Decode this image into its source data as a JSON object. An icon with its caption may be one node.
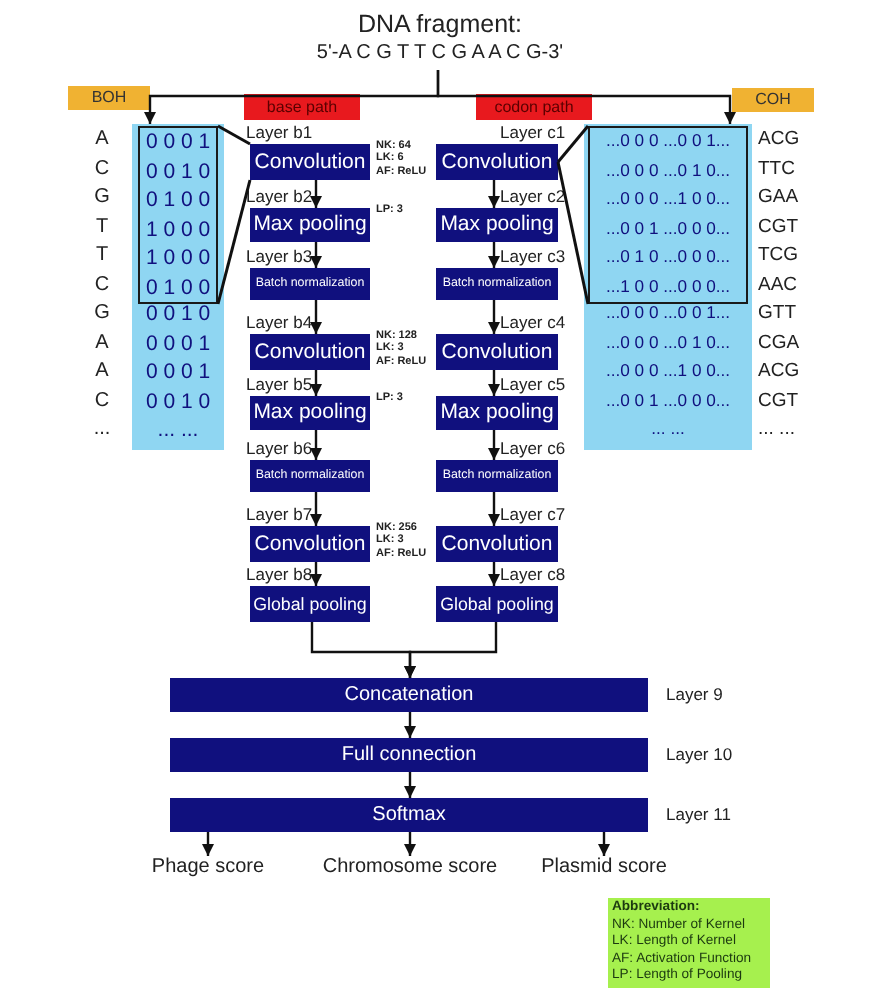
{
  "diagram": {
    "nodes": [
      {
        "text": [
          "DNA fragment:",
          "5'-A C G T T C G A A C G-3'"
        ]
      },
      {
        "text": [
          "BOH"
        ]
      },
      {
        "text": [
          "0 0 1 0",
          "0 0 0 1",
          "0 0 0 1",
          "0 0 1 0",
          "... ..."
        ],
        "beside": [
          "A",
          "C",
          "G",
          "T",
          "T",
          "C",
          "G",
          "A",
          "A",
          "C",
          "..."
        ]
      },
      {
        "text": [
          "0 0 0 1",
          "0 0 1 0",
          "0 1 0 0",
          "1 0 0 0",
          "1 0 0 0",
          "0 1 0 0"
        ],
        "in": 2
      },
      {
        "text": [
          "base path"
        ]
      },
      {
        "text": [
          "codon path"
        ]
      },
      {
        "text": [
          "COH"
        ]
      },
      {
        "text": [
          "...0 0 0 ...0 0 1...",
          "...0 0 0 ...0 1 0...",
          "...0 0 0 ...1 0 0...",
          "...0 0 1 ...0 0 0...",
          "... ..."
        ],
        "beside": [
          "ACG",
          "TTC",
          "GAA",
          "CGT",
          "TCG",
          "AAC",
          "GTT",
          "CGA",
          "ACG",
          "CGT",
          "... ..."
        ]
      },
      {
        "text": [
          "...0 0 0 ...0 0 1...",
          "...0 0 0 ...0 1 0...",
          "...0 0 0 ...1 0 0...",
          "...0 0 1 ...0 0 0...",
          "...0 1 0 ...0 0 0...",
          "...1 0 0 ...0 0 0..."
        ],
        "in": 7
      },
      {
        "text": [
          "Convolution"
        ],
        "beside": [
          "Layer b1",
          "NK: 64",
          "LK: 6",
          "AF: ReLU"
        ]
      },
      {
        "text": [
          "Max pooling"
        ],
        "beside": [
          "Layer b2",
          "LP: 3"
        ]
      },
      {
        "text": [
          "Batch normalization"
        ],
        "beside": [
          "Layer b3"
        ]
      },
      {
        "text": [
          "Convolution"
        ],
        "beside": [
          "Layer b4",
          "NK: 128",
          "LK: 3",
          "AF: ReLU"
        ]
      },
      {
        "text": [
          "Max pooling"
        ],
        "beside": [
          "Layer b5",
          "LP: 3"
        ]
      },
      {
        "text": [
          "Batch normalization"
        ],
        "beside": [
          "Layer b6"
        ]
      },
      {
        "text": [
          "Convolution"
        ],
        "beside": [
          "Layer b7",
          "NK: 256",
          "LK: 3",
          "AF: ReLU"
        ]
      },
      {
        "text": [
          "Global pooling"
        ],
        "beside": [
          "Layer b8"
        ]
      },
      {
        "text": [
          "Convolution"
        ],
        "beside": [
          "Layer c1"
        ]
      },
      {
        "text": [
          "Max pooling"
        ],
        "beside": [
          "Layer c2"
        ]
      },
      {
        "text": [
          "Batch normalization"
        ],
        "beside": [
          "Layer c3"
        ]
      },
      {
        "text": [
          "Convolution"
        ],
        "beside": [
          "Layer c4"
        ]
      },
      {
        "text": [
          "Max pooling"
        ],
        "beside": [
          "Layer c5"
        ]
      },
      {
        "text": [
          "Batch normalization"
        ],
        "beside": [
          "Layer c6"
        ]
      },
      {
        "text": [
          "Convolution"
        ],
        "beside": [
          "Layer c7"
        ]
      },
      {
        "text": [
          "Global pooling"
        ],
        "beside": [
          "Layer c8"
        ]
      },
      {
        "text": [
          "Concatenation"
        ],
        "beside": [
          "Layer 9"
        ]
      },
      {
        "text": [
          "Full connection"
        ],
        "beside": [
          "Layer 10"
        ]
      },
      {
        "text": [
          "Softmax"
        ],
        "beside": [
          "Layer 11"
        ]
      },
      {
        "text": [
          "Phage score"
        ]
      },
      {
        "text": [
          "Chromosome score"
        ]
      },
      {
        "text": [
          "Plasmid score"
        ]
      },
      {
        "text": [
          "Abbreviation:",
          "NK: Number of Kernel",
          "LK: Length of Kernel",
          "AF: Activation Function",
          "LP: Length of Pooling"
        ]
      }
    ],
    "edges": [
      {
        "from": 0,
        "to": 2,
        "arrow": "to"
      },
      {
        "from": 0,
        "to": 7,
        "arrow": "to"
      },
      {
        "from": 3,
        "to": 9,
        "arrow": "none"
      },
      {
        "from": 3,
        "to": 9,
        "arrow": "none"
      },
      {
        "from": 8,
        "to": 17,
        "arrow": "none"
      },
      {
        "from": 8,
        "to": 17,
        "arrow": "none"
      },
      {
        "from": 9,
        "to": 10,
        "arrow": "to"
      },
      {
        "from": 10,
        "to": 11,
        "arrow": "to"
      },
      {
        "from": 11,
        "to": 12,
        "arrow": "to"
      },
      {
        "from": 12,
        "to": 13,
        "arrow": "to"
      },
      {
        "from": 13,
        "to": 14,
        "arrow": "to"
      },
      {
        "from": 14,
        "to": 15,
        "arrow": "to"
      },
      {
        "from": 15,
        "to": 16,
        "arrow": "to"
      },
      {
        "from": 17,
        "to": 18,
        "arrow": "to"
      },
      {
        "from": 18,
        "to": 19,
        "arrow": "to"
      },
      {
        "from": 19,
        "to": 20,
        "arrow": "to"
      },
      {
        "from": 20,
        "to": 21,
        "arrow": "to"
      },
      {
        "from": 21,
        "to": 22,
        "arrow": "to"
      },
      {
        "from": 22,
        "to": 23,
        "arrow": "to"
      },
      {
        "from": 23,
        "to": 24,
        "arrow": "to"
      },
      {
        "from": 16,
        "to": 25,
        "arrow": "to"
      },
      {
        "from": 24,
        "to": 25,
        "arrow": "to"
      },
      {
        "from": 25,
        "to": 26,
        "arrow": "to"
      },
      {
        "from": 26,
        "to": 27,
        "arrow": "to"
      },
      {
        "from": 27,
        "to": 28,
        "arrow": "to"
      },
      {
        "from": 27,
        "to": 29,
        "arrow": "to"
      },
      {
        "from": 27,
        "to": 30,
        "arrow": "to"
      }
    ]
  }
}
